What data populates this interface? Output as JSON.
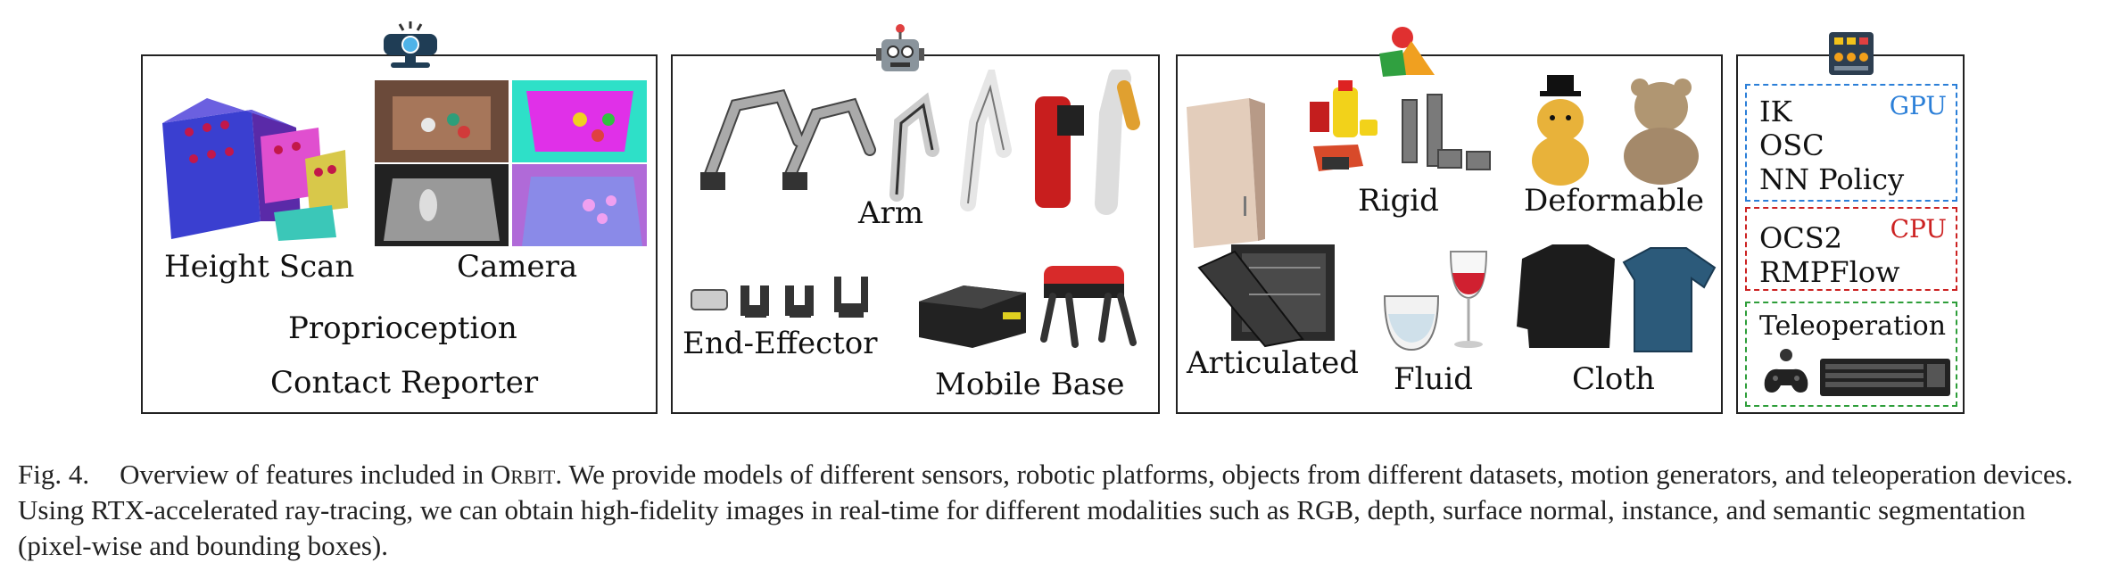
{
  "sensors_panel": {
    "icon": "webcam-icon",
    "height_scan": "Height Scan",
    "camera": "Camera",
    "proprioception": "Proprioception",
    "contact_reporter": "Contact Reporter"
  },
  "robots_panel": {
    "icon": "robot-head-icon",
    "arm": "Arm",
    "end_effector": "End-Effector",
    "mobile_base": "Mobile Base"
  },
  "objects_panel": {
    "icon": "shapes-icon",
    "rigid": "Rigid",
    "deformable": "Deformable",
    "articulated": "Articulated",
    "fluid": "Fluid",
    "cloth": "Cloth"
  },
  "controllers_panel": {
    "icon": "control-panel-icon",
    "gpu_tag": "GPU",
    "gpu_items": [
      "IK",
      "OSC",
      "NN Policy"
    ],
    "cpu_tag": "CPU",
    "cpu_items": [
      "OCS2",
      "RMPFlow"
    ],
    "teleop_label": "Teleoperation",
    "colors": {
      "gpu": "#2b7fd8",
      "cpu": "#cc2222",
      "teleop": "#2e9e3a"
    }
  },
  "caption": {
    "fig_label": "Fig. 4.",
    "text_before": "Overview of features included in ",
    "framework": "Orbit",
    "text_after": ". We provide models of different sensors, robotic platforms, objects from different datasets, motion generators, and teleoperation devices. Using RTX-accelerated ray-tracing, we can obtain high-fidelity images in real-time for different modalities such as RGB, depth, surface normal, instance, and semantic segmentation (pixel-wise and bounding boxes)."
  }
}
